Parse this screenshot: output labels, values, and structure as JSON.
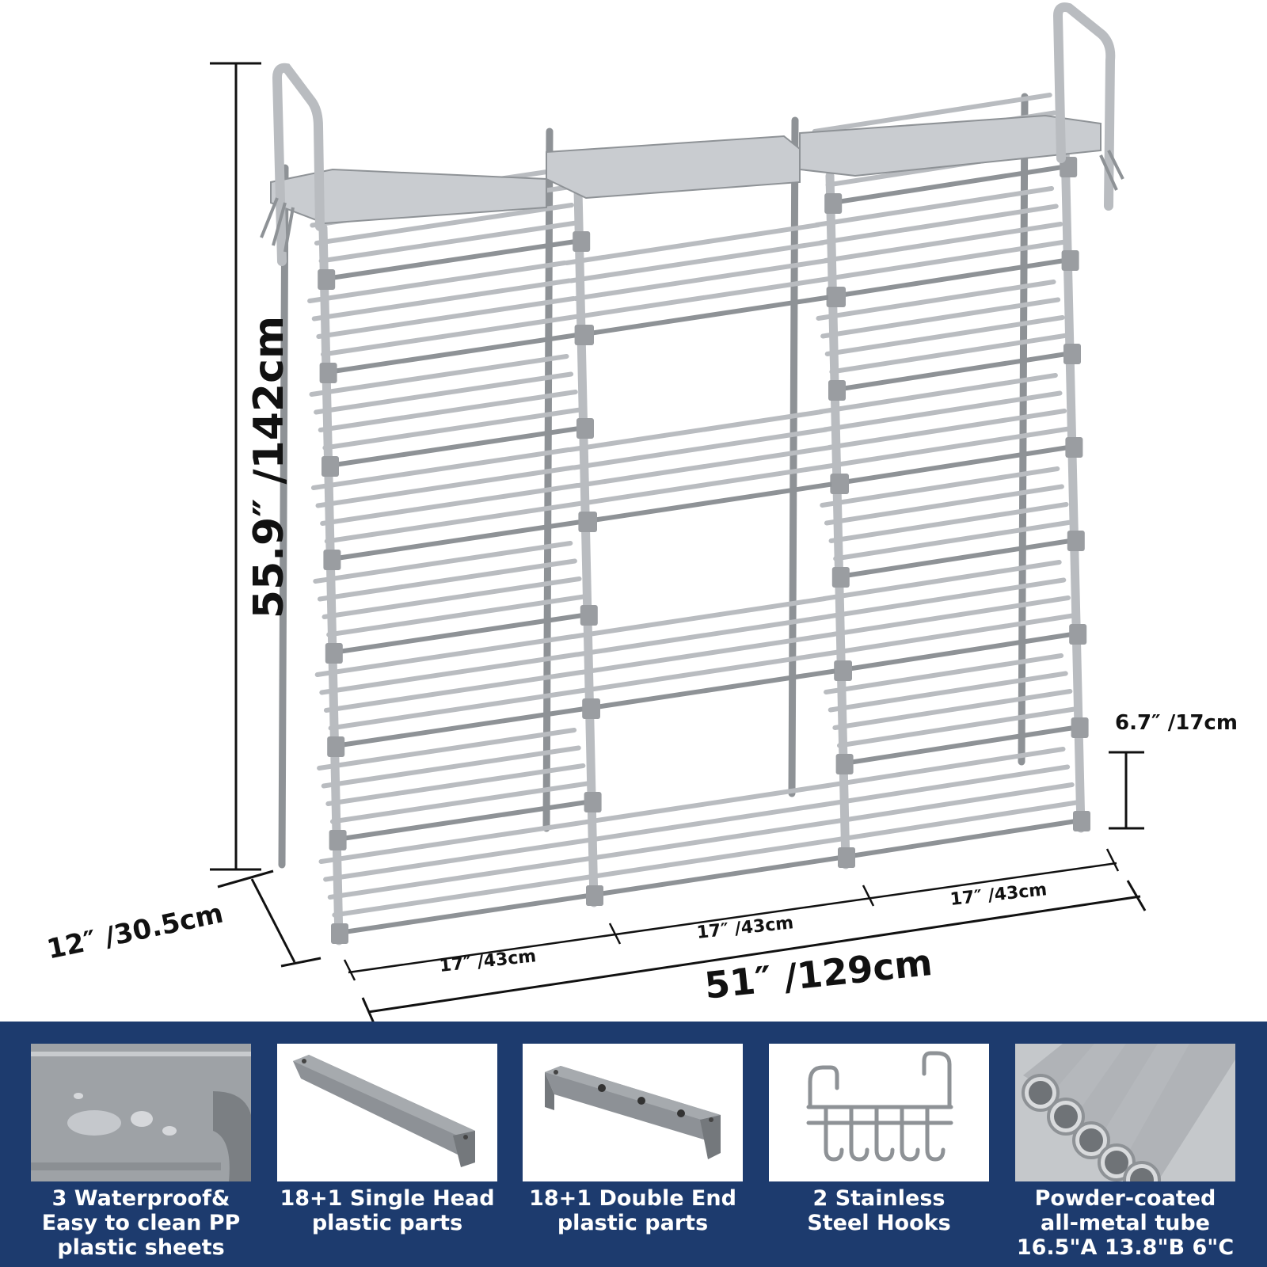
{
  "dimensions": {
    "height": "55.9″  /142cm",
    "depth": "12″  /30.5cm",
    "total_width": "51″  /129cm",
    "section_width_1": "17″  /43cm",
    "section_width_2": "17″  /43cm",
    "section_width_3": "17″  /43cm",
    "tier_gap": "6.7″  /17cm"
  },
  "colors": {
    "band": "#1d3b6e",
    "rack": "#b9bcc0",
    "rack_dark": "#8e9296",
    "connector": "#9a9da1"
  },
  "features": [
    {
      "icon": "pp-sheet-icon",
      "caption": "3 Waterproof&\nEasy to clean PP\nplastic sheets"
    },
    {
      "icon": "single-head-part-icon",
      "caption": "18+1 Single Head\nplastic parts"
    },
    {
      "icon": "double-end-part-icon",
      "caption": "18+1 Double End\nplastic parts"
    },
    {
      "icon": "steel-hooks-icon",
      "caption": "2 Stainless\nSteel Hooks"
    },
    {
      "icon": "metal-tube-icon",
      "caption": "Powder-coated\nall-metal tube\n16.5\"A 13.8\"B 6\"C"
    }
  ]
}
